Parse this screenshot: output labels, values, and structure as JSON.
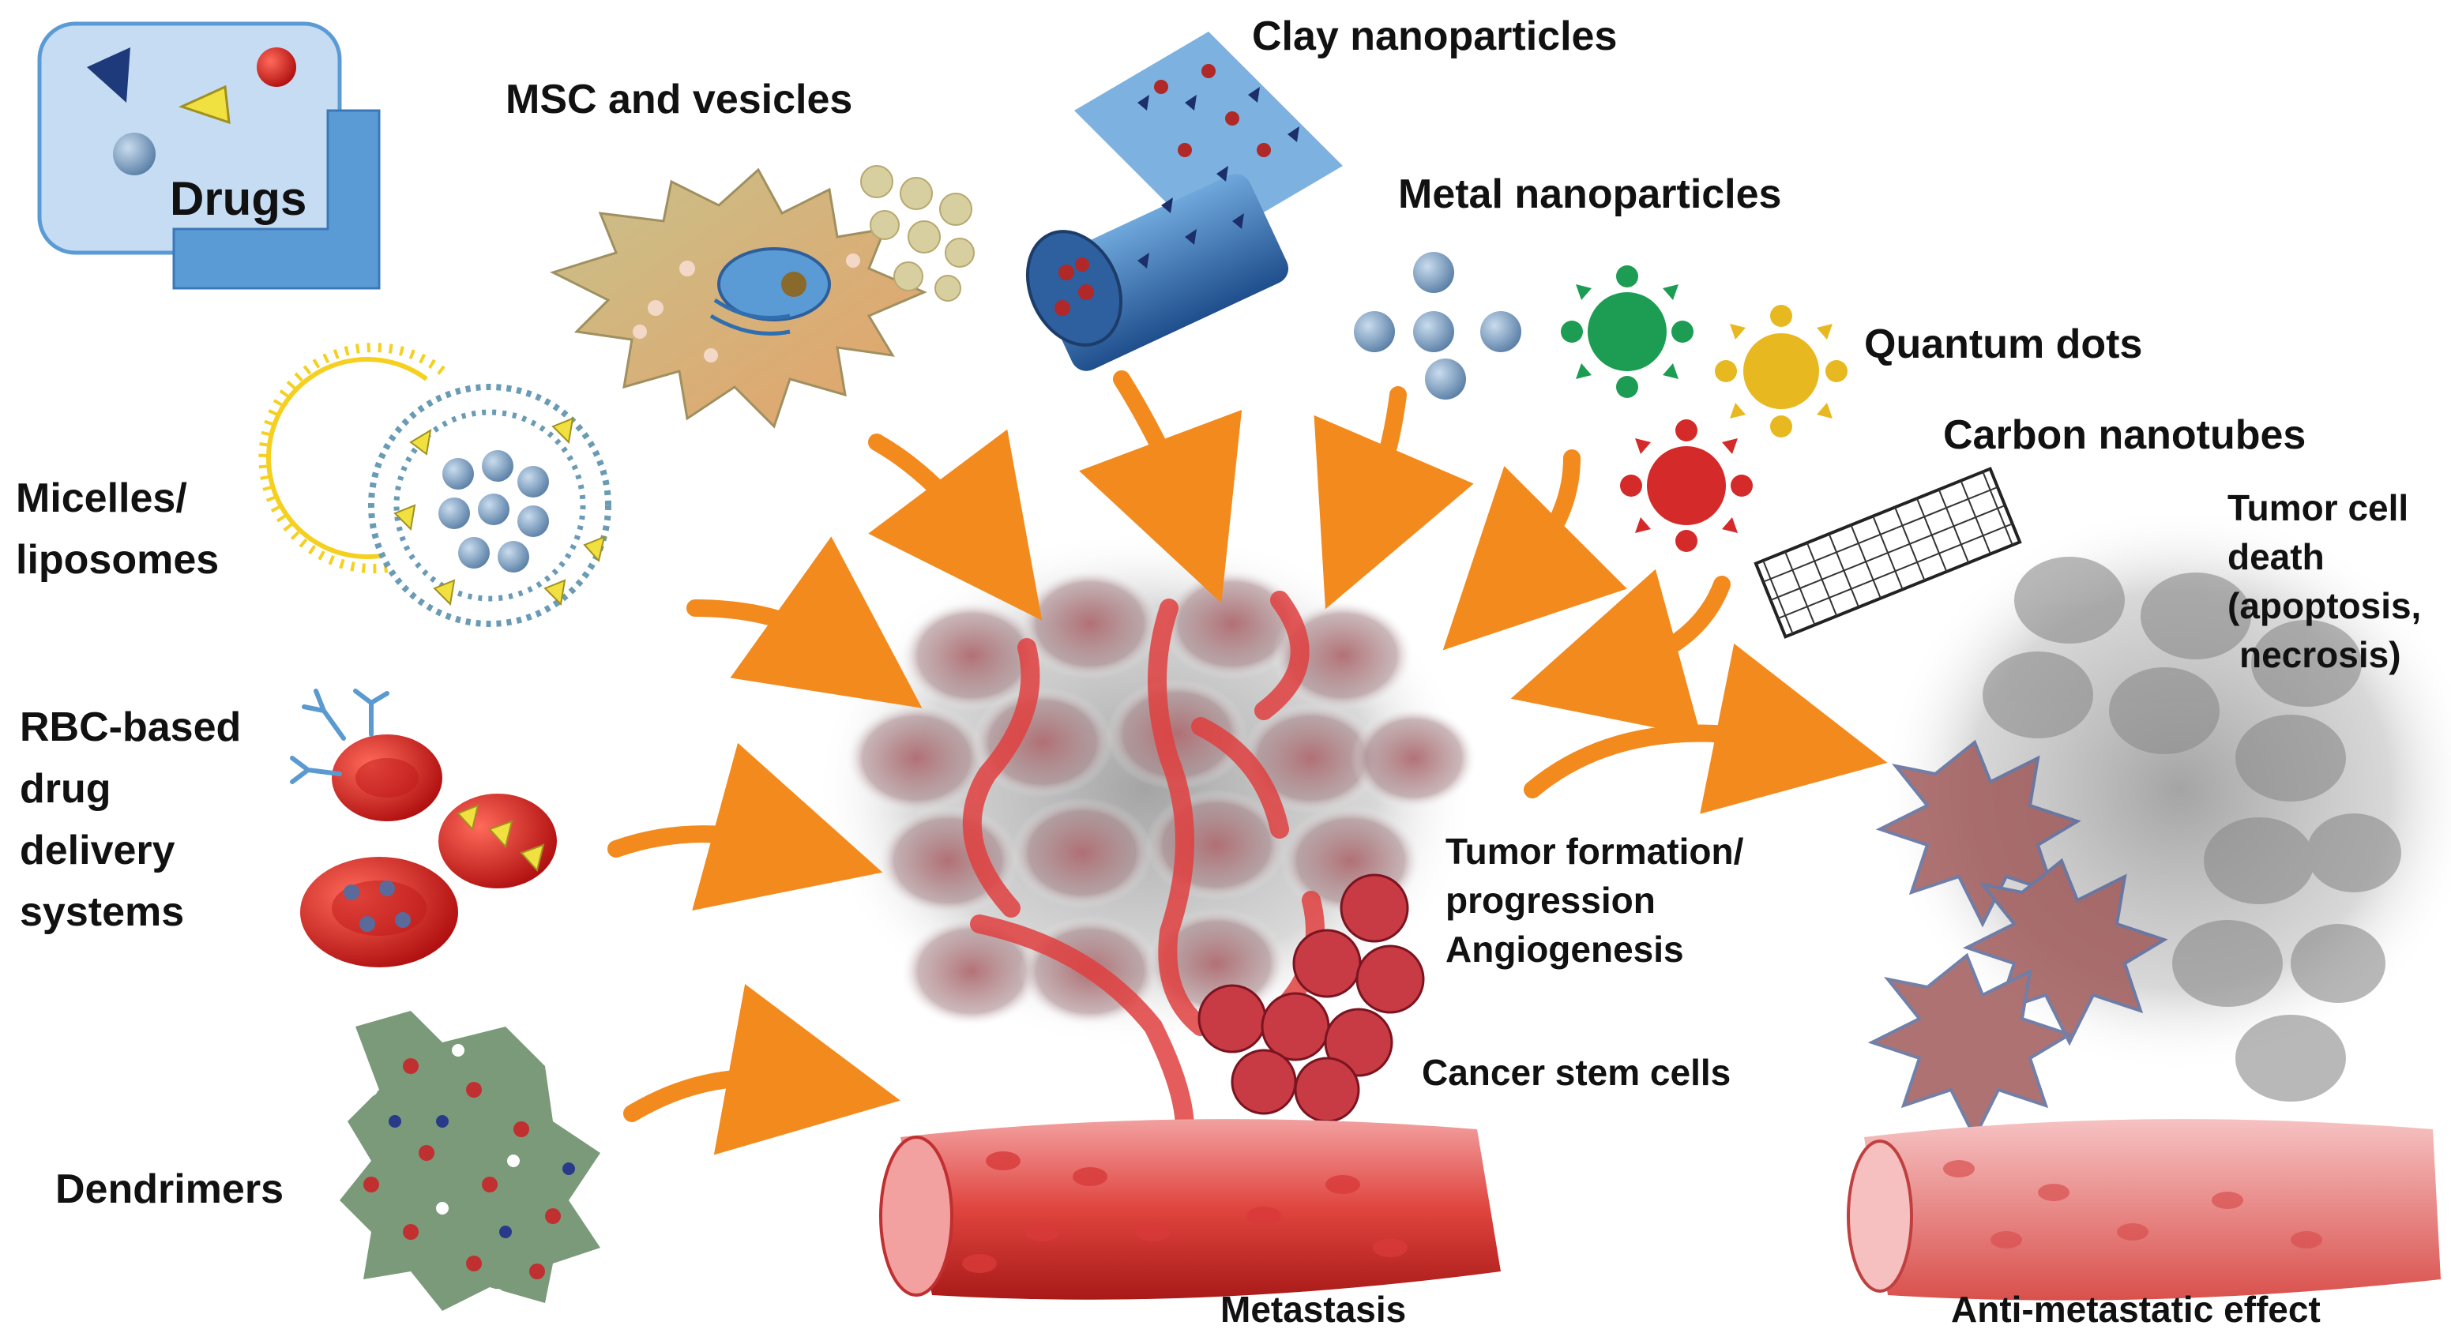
{
  "labels": {
    "drugs": "Drugs",
    "msc": "MSC and vesicles",
    "clay": "Clay nanoparticles",
    "metal": "Metal nanoparticles",
    "quantum": "Quantum dots",
    "carbon": "Carbon nanotubes",
    "micelles_1": "Micelles/",
    "micelles_2": "liposomes",
    "rbc_1": "RBC-based",
    "rbc_2": "drug",
    "rbc_3": "delivery",
    "rbc_4": "systems",
    "dendrimers": "Dendrimers",
    "tumor_formation_1": "Tumor formation/",
    "tumor_formation_2": "progression",
    "tumor_formation_3": "Angiogenesis",
    "cancer_stem": "Cancer stem cells",
    "metastasis": "Metastasis",
    "tumor_death_1": "Tumor cell",
    "tumor_death_2": "death",
    "tumor_death_3": "(apoptosis,",
    "tumor_death_4": "necrosis)",
    "anti_metastatic": "Anti-metastatic effect"
  },
  "colors": {
    "arrow": "#f28a1e",
    "vessel": "#e0443e",
    "tumor": "#c97a80",
    "blue_box": "#5b9bd5",
    "light_box": "#c6dcf2"
  }
}
